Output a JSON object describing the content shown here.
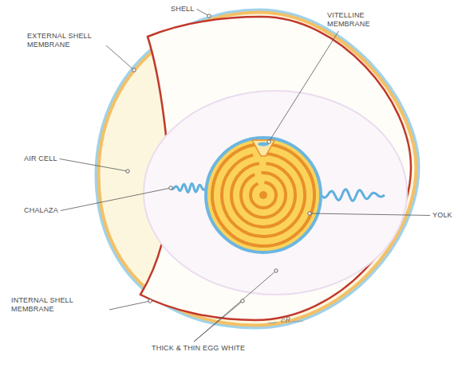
{
  "diagram": {
    "labels": [
      "SHELL",
      "EXTERNAL SHELL MEMBRANE",
      "VITELLINE MEMBRANE",
      "AIR CELL",
      "CHALAZA",
      "YOLK",
      "INTERNAL SHELL MEMBRANE",
      "THICK & THIN EGG WHITE",
      "cR"
    ]
  }
}
